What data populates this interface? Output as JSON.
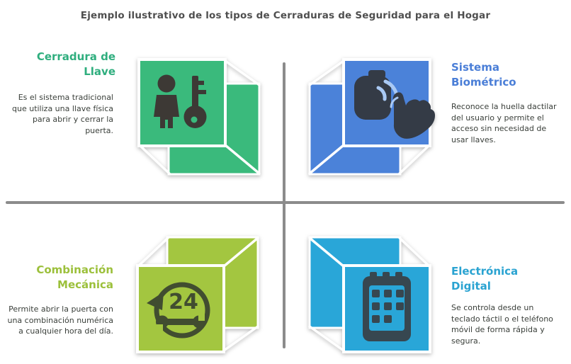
{
  "title": "Ejemplo ilustrativo de los tipos de Cerraduras de Seguridad para el Hogar",
  "colors": {
    "divider": "#8b8b8b",
    "title_text": "#4f4f4f",
    "body_text": "#3a3f3a",
    "green_accent": "#2fae7e",
    "blue_accent": "#4a7ed7",
    "olive_accent": "#9cc03b",
    "cyan_accent": "#2aa3d1",
    "green_cube": "#3aba7c",
    "blue_cube": "#4b82d9",
    "olive_cube": "#a3c640",
    "cyan_cube": "#29a6d8"
  },
  "quadrants": [
    {
      "name": "cerradura-de-llave",
      "heading": [
        "Cerradura de",
        "Llave"
      ],
      "body": "Es el sistema tradicional que utiliza una llave física para abrir y cerrar la puerta.",
      "accent": "#2fae7e",
      "cube_color": "#3aba7c",
      "icon": "person-key-icon"
    },
    {
      "name": "sistema-biometrico",
      "heading": [
        "Sistema",
        "Biométrico"
      ],
      "body": "Reconoce la huella dactilar del usuario y permite el acceso sin necesidad de usar llaves.",
      "accent": "#4a7ed7",
      "cube_color": "#4b82d9",
      "icon": "hand-touch-icon"
    },
    {
      "name": "combinacion-mecanica",
      "heading": [
        "Combinación",
        "Mecánica"
      ],
      "body": "Permite abrir la puerta con una combinación numérica a cualquier hora del día.",
      "accent": "#9cc03b",
      "cube_color": "#a3c640",
      "icon": "24-hours-icon",
      "icon_text": "24"
    },
    {
      "name": "electronica-digital",
      "heading": [
        "Electrónica",
        "Digital"
      ],
      "body": "Se controla desde un teclado táctil o el teléfono móvil de forma rápida y segura.",
      "accent": "#2aa3d1",
      "cube_color": "#29a6d8",
      "icon": "keypad-icon"
    }
  ]
}
